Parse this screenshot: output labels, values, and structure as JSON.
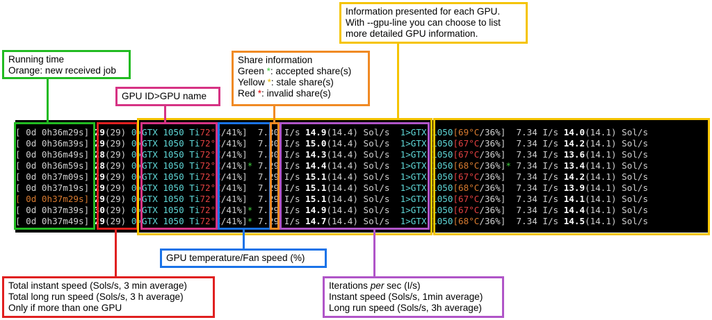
{
  "colors": {
    "green": "#22bb22",
    "red": "#e02020",
    "magenta": "#d63384",
    "orange": "#f08a24",
    "blue": "#1a73e8",
    "purple": "#b055c8",
    "yellow": "#f5c400"
  },
  "terminal_rows": [
    {
      "time": "[ 0d 0h36m29s]",
      "time_color": "normal",
      "total": "29",
      "total_lr": "(29)",
      "g0_name": "0>GTX 1050 Ti",
      "g0_temp": "72°C",
      "g0_fan": "/41%]",
      "g0_mark": "",
      "g0_speed": " 7.30 I/s ",
      "g0_inst": "14.9",
      "g0_lr": "(14.4) Sol/s",
      "g1_name": "1>GTX 1050",
      "g1_temp": "[69°C",
      "g1_temp_color": "orange",
      "g1_fan": "/36%]",
      "g1_mark": "",
      "g1_speed": "  7.34 I/s ",
      "g1_inst": "14.0",
      "g1_lr": "(14.1) Sol/s"
    },
    {
      "time": "[ 0d 0h36m39s]",
      "time_color": "normal",
      "total": "29",
      "total_lr": "(29)",
      "g0_name": "0>GTX 1050 Ti",
      "g0_temp": "72°C",
      "g0_fan": "/41%]",
      "g0_mark": "",
      "g0_speed": " 7.30 I/s ",
      "g0_inst": "15.0",
      "g0_lr": "(14.4) Sol/s",
      "g1_name": "1>GTX 1050",
      "g1_temp": "[67°C",
      "g1_temp_color": "red",
      "g1_fan": "/36%]",
      "g1_mark": "",
      "g1_speed": "  7.34 I/s ",
      "g1_inst": "14.2",
      "g1_lr": "(14.1) Sol/s"
    },
    {
      "time": "[ 0d 0h36m49s]",
      "time_color": "normal",
      "total": "28",
      "total_lr": "(29)",
      "g0_name": "0>GTX 1050 Ti",
      "g0_temp": "72°C",
      "g0_fan": "/41%]",
      "g0_mark": "",
      "g0_speed": " 7.30 I/s ",
      "g0_inst": "14.3",
      "g0_lr": "(14.4) Sol/s",
      "g1_name": "1>GTX 1050",
      "g1_temp": "[67°C",
      "g1_temp_color": "red",
      "g1_fan": "/36%]",
      "g1_mark": "",
      "g1_speed": "  7.34 I/s ",
      "g1_inst": "13.6",
      "g1_lr": "(14.1) Sol/s"
    },
    {
      "time": "[ 0d 0h36m59s]",
      "time_color": "normal",
      "total": "28",
      "total_lr": "(29)",
      "g0_name": "0>GTX 1050 Ti",
      "g0_temp": "72°C",
      "g0_fan": "/41%]",
      "g0_mark": "*",
      "g0_speed": " 7.29 I/s ",
      "g0_inst": "14.4",
      "g0_lr": "(14.4) Sol/s",
      "g1_name": "1>GTX 1050",
      "g1_temp": "[68°C",
      "g1_temp_color": "orange",
      "g1_fan": "/36%]",
      "g1_mark": "*",
      "g1_speed": " 7.34 I/s ",
      "g1_inst": "13.4",
      "g1_lr": "(14.1) Sol/s"
    },
    {
      "time": "[ 0d 0h37m09s]",
      "time_color": "normal",
      "total": "29",
      "total_lr": "(29)",
      "g0_name": "0>GTX 1050 Ti",
      "g0_temp": "72°C",
      "g0_fan": "/41%]",
      "g0_mark": "",
      "g0_speed": " 7.29 I/s ",
      "g0_inst": "15.1",
      "g0_lr": "(14.4) Sol/s",
      "g1_name": "1>GTX 1050",
      "g1_temp": "[67°C",
      "g1_temp_color": "red",
      "g1_fan": "/36%]",
      "g1_mark": "",
      "g1_speed": "  7.34 I/s ",
      "g1_inst": "14.2",
      "g1_lr": "(14.1) Sol/s"
    },
    {
      "time": "[ 0d 0h37m19s]",
      "time_color": "normal",
      "total": "29",
      "total_lr": "(29)",
      "g0_name": "0>GTX 1050 Ti",
      "g0_temp": "72°C",
      "g0_fan": "/41%]",
      "g0_mark": "",
      "g0_speed": " 7.29 I/s ",
      "g0_inst": "15.1",
      "g0_lr": "(14.4) Sol/s",
      "g1_name": "1>GTX 1050",
      "g1_temp": "[68°C",
      "g1_temp_color": "orange",
      "g1_fan": "/36%]",
      "g1_mark": "",
      "g1_speed": "  7.34 I/s ",
      "g1_inst": "13.9",
      "g1_lr": "(14.1) Sol/s"
    },
    {
      "time": "[ 0d 0h37m29s]",
      "time_color": "orange",
      "total": "29",
      "total_lr": "(29)",
      "g0_name": "0>GTX 1050 Ti",
      "g0_temp": "72°C",
      "g0_fan": "/41%]",
      "g0_mark": "",
      "g0_speed": " 7.29 I/s ",
      "g0_inst": "15.1",
      "g0_lr": "(14.4) Sol/s",
      "g1_name": "1>GTX 1050",
      "g1_temp": "[67°C",
      "g1_temp_color": "red",
      "g1_fan": "/36%]",
      "g1_mark": "",
      "g1_speed": "  7.34 I/s ",
      "g1_inst": "14.1",
      "g1_lr": "(14.1) Sol/s"
    },
    {
      "time": "[ 0d 0h37m39s]",
      "time_color": "normal",
      "total": "30",
      "total_lr": "(29)",
      "g0_name": "0>GTX 1050 Ti",
      "g0_temp": "72°C",
      "g0_fan": "/41%]",
      "g0_mark": "*",
      "g0_speed": " 7.29 I/s ",
      "g0_inst": "14.9",
      "g0_lr": "(14.4) Sol/s",
      "g1_name": "1>GTX 1050",
      "g1_temp": "[67°C",
      "g1_temp_color": "red",
      "g1_fan": "/36%]",
      "g1_mark": "",
      "g1_speed": "  7.34 I/s ",
      "g1_inst": "14.4",
      "g1_lr": "(14.1) Sol/s"
    },
    {
      "time": "[ 0d 0h37m49s]",
      "time_color": "normal",
      "total": "29",
      "total_lr": "(29)",
      "g0_name": "0>GTX 1050 Ti",
      "g0_temp": "72°C",
      "g0_fan": "/41%]",
      "g0_mark": "*",
      "g0_speed": " 7.29 I/s ",
      "g0_inst": "14.7",
      "g0_lr": "(14.4) Sol/s",
      "g1_name": "1>GTX 1050",
      "g1_temp": "[68°C",
      "g1_temp_color": "orange",
      "g1_fan": "/36%]",
      "g1_mark": "",
      "g1_speed": "  7.34 I/s ",
      "g1_inst": "14.5",
      "g1_lr": "(14.1) Sol/s"
    }
  ],
  "annotations": {
    "running_time": {
      "line1": "Running time",
      "line2": "Orange: new received job"
    },
    "gpu_id": {
      "text": "GPU ID>GPU name"
    },
    "share": {
      "title": "Share information",
      "green_pre": "Green ",
      "green_post": ": accepted share(s)",
      "yellow_pre": "Yellow ",
      "yellow_post": ": stale share(s)",
      "red_pre": "Red ",
      "red_post": ": invalid share(s)",
      "asterisk": "*"
    },
    "per_gpu": {
      "line1": "Information presented for each GPU.",
      "line2": "With --gpu-line you can choose to list",
      "line3": "more detailed GPU information."
    },
    "temp_fan": {
      "text": "GPU temperature/Fan speed (%)"
    },
    "total_speed": {
      "line1": "Total instant speed (Sols/s, 3 min average)",
      "line2": "Total long run speed (Sols/s, 3 h average)",
      "line3": "Only if more than one GPU"
    },
    "iterations": {
      "line1_pre": "Iterations ",
      "line1_em": "per",
      "line1_post": " sec (I/s)",
      "line2": "Instant speed (Sols/s, 1min average)",
      "line3": "Long run speed (Sols/s, 3h average)"
    }
  }
}
